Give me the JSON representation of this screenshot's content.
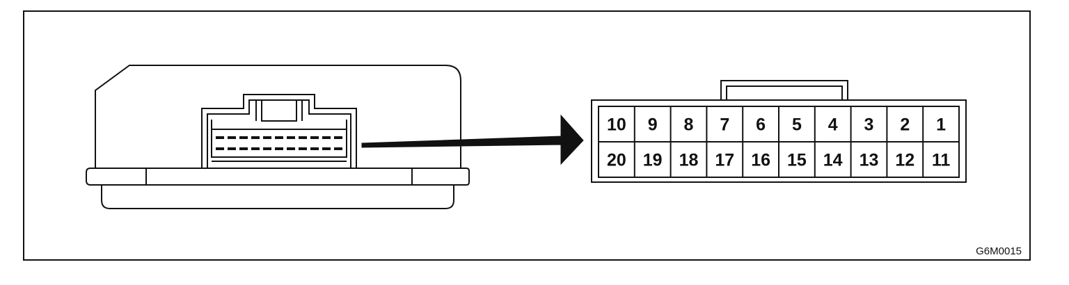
{
  "figure_code": "G6M0015",
  "connector": {
    "top_row_pins": [
      "10",
      "9",
      "8",
      "7",
      "6",
      "5",
      "4",
      "3",
      "2",
      "1"
    ],
    "bottom_row_pins": [
      "20",
      "19",
      "18",
      "17",
      "16",
      "15",
      "14",
      "13",
      "12",
      "11"
    ]
  },
  "colors": {
    "line": "#111111",
    "background": "#ffffff"
  }
}
